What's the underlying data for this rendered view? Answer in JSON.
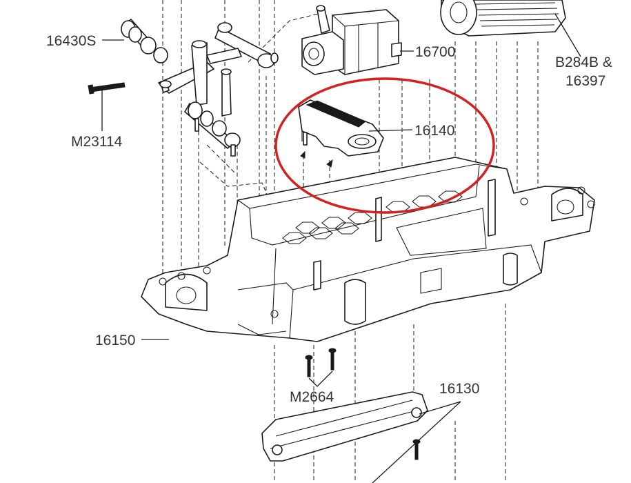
{
  "labels": {
    "servo_linkage": "16430S",
    "servo": "16700",
    "motor_line1": "B284B &",
    "motor_line2": "16397",
    "servo_mount": "16140",
    "screw_long": "M23114",
    "chassis": "16150",
    "screws_short": "M2664",
    "skid_plate": "16130"
  },
  "highlight": {
    "color": "#d42020",
    "target": "16140"
  }
}
